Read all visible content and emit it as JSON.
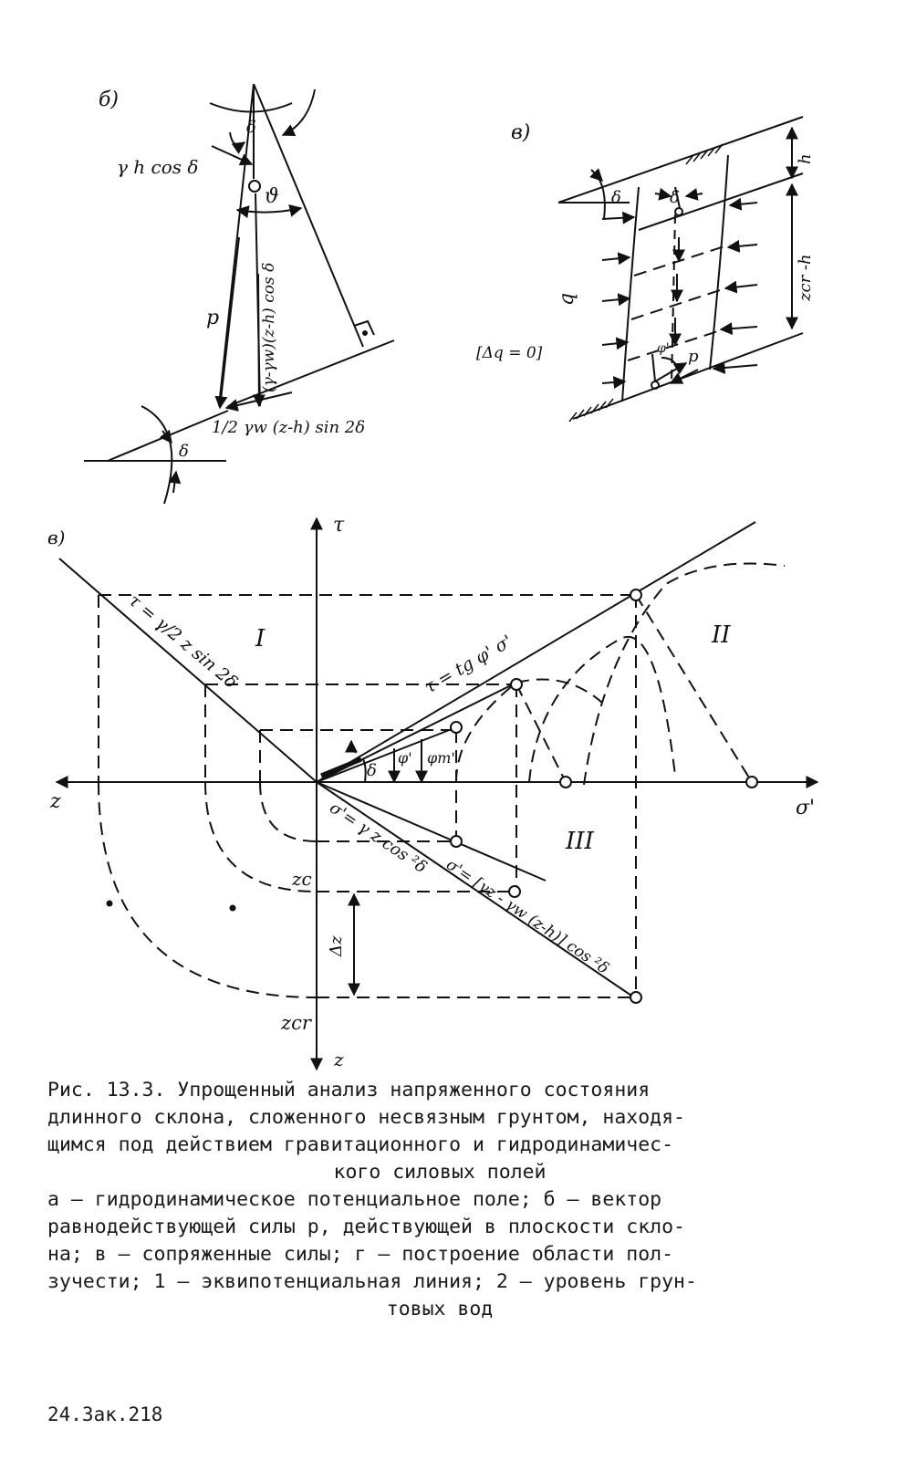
{
  "figure": {
    "panel_b": {
      "label": "б)",
      "top_load": "γ h cos δ",
      "angle_delta": "δ",
      "angle_theta": "ϑ",
      "vector_p": "p",
      "vertical_component": "(γ-γw)(z-h) cos δ",
      "slope_component": "1/2 γw (z-h) sin 2δ",
      "base_angle": "δ"
    },
    "panel_v": {
      "label": "в)",
      "angle_delta": "δ",
      "angle_delta_2": "δ",
      "layer_h": "h",
      "layer_zcr": "zcr -h",
      "force_q": "q",
      "condition": "[Δq = 0]",
      "force_p": "p",
      "angle_phi": "φ'"
    },
    "panel_g": {
      "label": "в)",
      "axis_tau": "τ",
      "axis_z_left": "z",
      "axis_sigma": "σ'",
      "axis_z_bottom": "z",
      "region_1": "I",
      "region_2": "II",
      "region_3": "III",
      "line_tau_left": "τ = γ/2 z sin 2δ",
      "line_tau_right": "τ = tg φ' σ'",
      "line_sigma_1": "σ'= γ z cos ²δ",
      "line_sigma_2": "σ'= [γz - γw (z-h)] cos ²δ",
      "angle_delta": "δ",
      "angle_phi": "φ'",
      "angle_phi_m": "φm'",
      "z_c": "zc",
      "delta_z": "Δz",
      "z_cr": "zcr"
    }
  },
  "caption": {
    "title_lines": [
      "Рис. 13.3. Упрощенный  анализ напряженного  состояния",
      "длинного склона, сложенного несвязным грунтом,  находя-",
      "щимся под действием гравитационного и  гидродинамичес-"
    ],
    "title_last": "кого силовых полей",
    "legend_lines": [
      "а – гидродинамическое потенциальное поле; б –   вектор",
      "равнодействующей силы p, действующей в плоскости скло-",
      "на; в – сопряженные силы; г – построение области  пол-",
      "зучести;  1 – эквипотенциальная линия; 2 – уровень грун-"
    ],
    "legend_last": "товых вод"
  },
  "footer": {
    "page_ref": "24.Зак.218"
  }
}
